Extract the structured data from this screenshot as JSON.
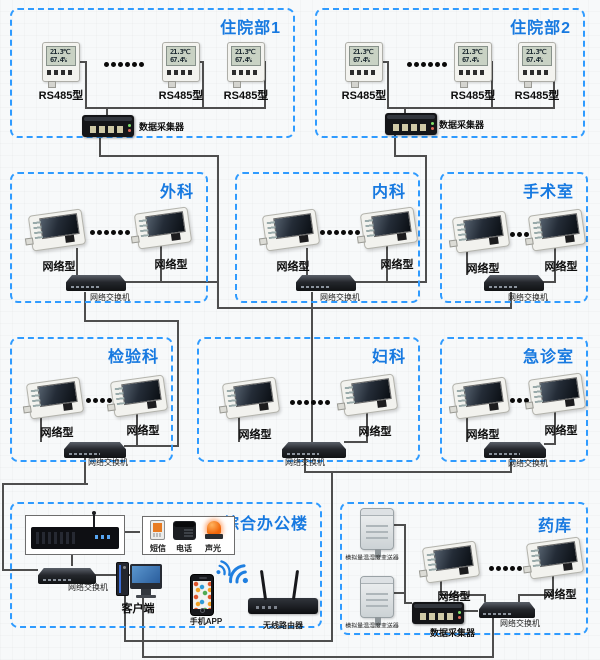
{
  "zones": {
    "inpatient1": {
      "title": "住院部1",
      "sensor_label": "RS485型",
      "collector_label": "数据采集器"
    },
    "inpatient2": {
      "title": "住院部2",
      "sensor_label": "RS485型",
      "collector_label": "数据采集器"
    },
    "surgery": {
      "title": "外科",
      "device_label": "网络型",
      "switch_label": "网络交换机"
    },
    "internal": {
      "title": "内科",
      "device_label": "网络型",
      "switch_label": "网络交换机"
    },
    "operating": {
      "title": "手术室",
      "device_label": "网络型",
      "switch_label": "网络交换机"
    },
    "laboratory": {
      "title": "检验科",
      "device_label": "网络型",
      "switch_label": "网络交换机"
    },
    "gynecology": {
      "title": "妇科",
      "device_label": "网络型",
      "switch_label": "网络交换机"
    },
    "emergency": {
      "title": "急诊室",
      "device_label": "网络型",
      "switch_label": "网络交换机"
    },
    "office": {
      "title": "综合办公楼",
      "switch_label": "网络交换机",
      "client_label": "客户端",
      "app_label": "手机APP",
      "router_label": "无线路由器",
      "sms_label": "短信",
      "phone_label": "电话",
      "sound_light_label": "声光"
    },
    "pharmacy": {
      "title": "药库",
      "sensor_label": "模拟量温湿度变送器",
      "device_label": "网络型",
      "collector_label": "数据采集器",
      "switch_label": "网络交换机"
    }
  },
  "lcd": {
    "temperature": "21.3℃",
    "humidity": "67.4%"
  },
  "colors": {
    "zone_border": "#2f9bff",
    "zone_title": "#1779e0",
    "wire": "#4e4e4e"
  }
}
